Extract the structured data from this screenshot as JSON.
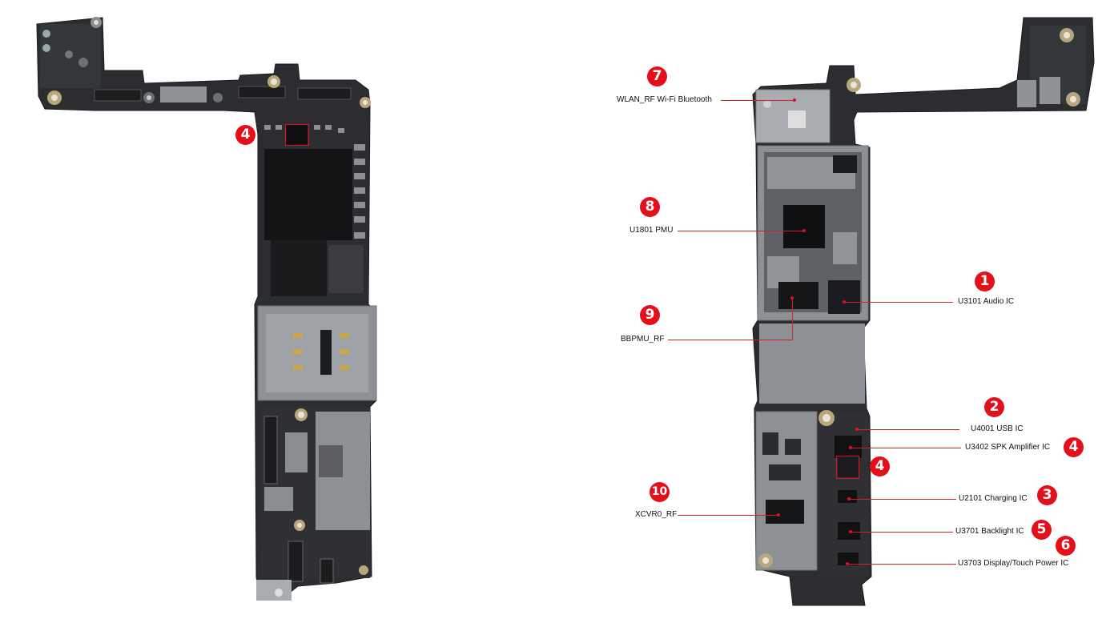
{
  "components": [
    {
      "id": "wlan",
      "number": "7",
      "label": "WLAN_RF Wi-Fi Bluetooth"
    },
    {
      "id": "pmu",
      "number": "8",
      "label": "U1801 PMU"
    },
    {
      "id": "audio",
      "number": "1",
      "label": "U3101 Audio IC"
    },
    {
      "id": "bbpmu",
      "number": "9",
      "label": "BBPMU_RF"
    },
    {
      "id": "usb",
      "number": "2",
      "label": "U4001 USB IC"
    },
    {
      "id": "spk",
      "number": "4",
      "label": "U3402 SPK Amplifier IC"
    },
    {
      "id": "charging",
      "number": "3",
      "label": "U2101 Charging IC"
    },
    {
      "id": "backlight",
      "number": "5",
      "label": "U3701 Backlight IC"
    },
    {
      "id": "display",
      "number": "6",
      "label": "U3703 Display/Touch Power IC"
    },
    {
      "id": "xcvr",
      "number": "10",
      "label": "XCVR0_RF"
    }
  ],
  "extra_markers": [
    {
      "id": "left-board-marker",
      "number": "4"
    },
    {
      "id": "right-board-marker",
      "number": "4"
    }
  ],
  "colors": {
    "marker": "#e30f1b",
    "leader": "#d0222b",
    "board": "#2b2d30",
    "shield": "#8d9094"
  }
}
